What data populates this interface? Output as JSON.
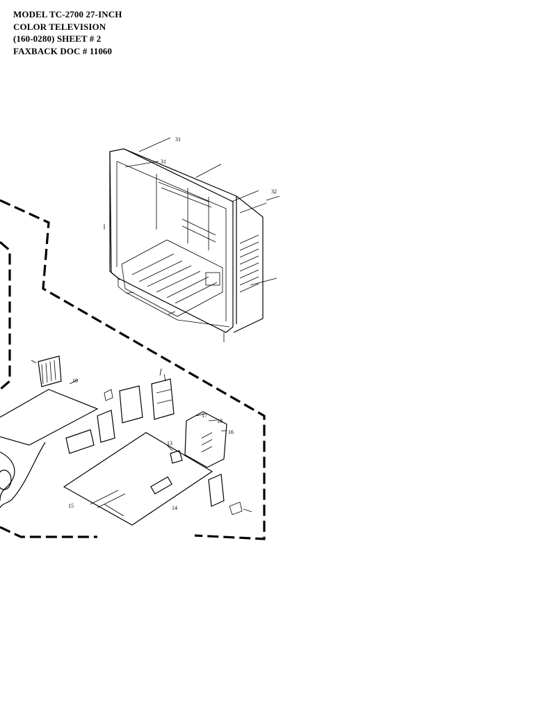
{
  "header": {
    "line1": "MODEL TC-2700 27-INCH",
    "line2": "COLOR TELEVISION",
    "line3": "(160-0280)  SHEET # 2",
    "line4": "FAXBACK DOC # 11060"
  },
  "callouts": {
    "c31a": "31",
    "c31b": "31",
    "c32": "32",
    "c10": "10",
    "c13": "13",
    "c14": "14",
    "c15": "15",
    "c16": "16",
    "c17": "17",
    "c18": "18"
  }
}
